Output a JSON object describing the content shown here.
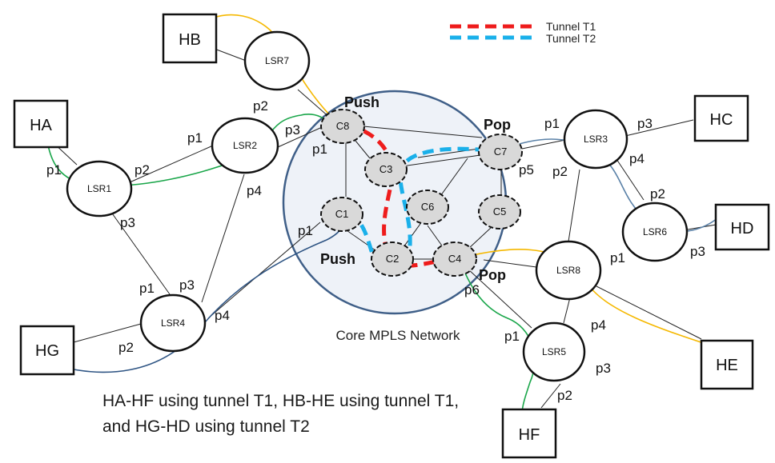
{
  "legend": [
    {
      "label": "Tunnel T1",
      "color": "#ee1c1c"
    },
    {
      "label": "Tunnel T2",
      "color": "#1ab0ea"
    }
  ],
  "core_label": "Core MPLS Network",
  "hosts": {
    "HA": "HA",
    "HB": "HB",
    "HC": "HC",
    "HD": "HD",
    "HE": "HE",
    "HF": "HF",
    "HG": "HG"
  },
  "lsrs": {
    "LSR1": "LSR1",
    "LSR2": "LSR2",
    "LSR3": "LSR3",
    "LSR4": "LSR4",
    "LSR5": "LSR5",
    "LSR6": "LSR6",
    "LSR7": "LSR7",
    "LSR8": "LSR8"
  },
  "cores": {
    "C1": "C1",
    "C2": "C2",
    "C3": "C3",
    "C4": "C4",
    "C5": "C5",
    "C6": "C6",
    "C7": "C7",
    "C8": "C8"
  },
  "actions": {
    "push_top": "Push",
    "push_bottom": "Push",
    "pop_top": "Pop",
    "pop_bottom": "Pop"
  },
  "ports": {
    "p1": "p1",
    "p2": "p2",
    "p3": "p3",
    "p4": "p4",
    "p5": "p5",
    "p6": "p6"
  },
  "caption": [
    "HA-HF using tunnel T1, HB-HE using tunnel T1,",
    "and HG-HD using tunnel T2"
  ],
  "colors": {
    "core_fill": "#eef2f8",
    "core_stroke": "#3f5f88",
    "node_fill": "#d9d9d9",
    "path_green": "#1aa64a",
    "path_orange": "#f5b800",
    "path_navy": "#2f5584",
    "path_steel": "#5b82a8"
  }
}
